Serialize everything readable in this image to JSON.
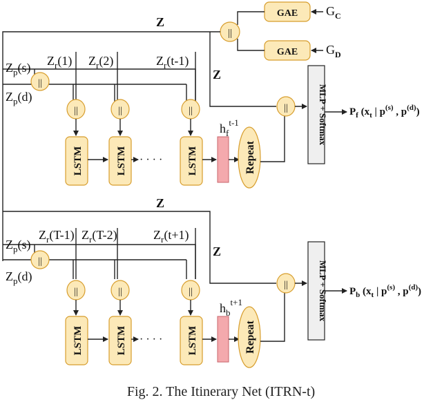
{
  "labels": {
    "z": "Z",
    "concat": "||",
    "gae": "GAE",
    "g_c_main": "G",
    "g_c_sub": "C",
    "g_d_main": "G",
    "g_d_sub": "D",
    "zp_s_main": "Z",
    "zp_s_sub": "p",
    "zp_s_arg": "(s)",
    "zp_d_main": "Z",
    "zp_d_sub": "p",
    "zp_d_arg": "(d)",
    "lstm": "LSTM",
    "dots": "· · · ·",
    "repeat": "Repeat",
    "mlp": "MLP + Softmax"
  },
  "forward": {
    "zr1_arg": "(1)",
    "zr2_arg": "(2)",
    "zr3_arg": "(t-1)",
    "zr_main": "Z",
    "zr_sub": "r",
    "h_main": "h",
    "h_sub": "f",
    "h_sup": "t-1",
    "out_main": "P",
    "out_sub": "f",
    "out_rest": " (x",
    "out_xsub": "t",
    "out_mid1": " | p",
    "out_sup1": "(s)",
    "out_mid2": " , p",
    "out_sup2": "(d)",
    "out_end": ")"
  },
  "backward": {
    "zr1_arg": "(T-1)",
    "zr2_arg": "(T-2)",
    "zr3_arg": "(t+1)",
    "zr_main": "Z",
    "zr_sub": "r",
    "h_main": "h",
    "h_sub": "b",
    "h_sup": "t+1",
    "out_main": "P",
    "out_sub": "b",
    "out_rest": " (x",
    "out_xsub": "t",
    "out_mid1": " | p",
    "out_sup1": "(s)",
    "out_mid2": " , p",
    "out_sup2": "(d)",
    "out_end": ")"
  },
  "caption": "Fig. 2. The Itinerary Net (ITRN-t)",
  "colors": {
    "node_fill": "#fce9b8",
    "node_stroke": "#d79d2c",
    "hidden_fill": "#f4a9ad",
    "hidden_stroke": "#c9656c",
    "mlp_fill": "#efefef"
  }
}
